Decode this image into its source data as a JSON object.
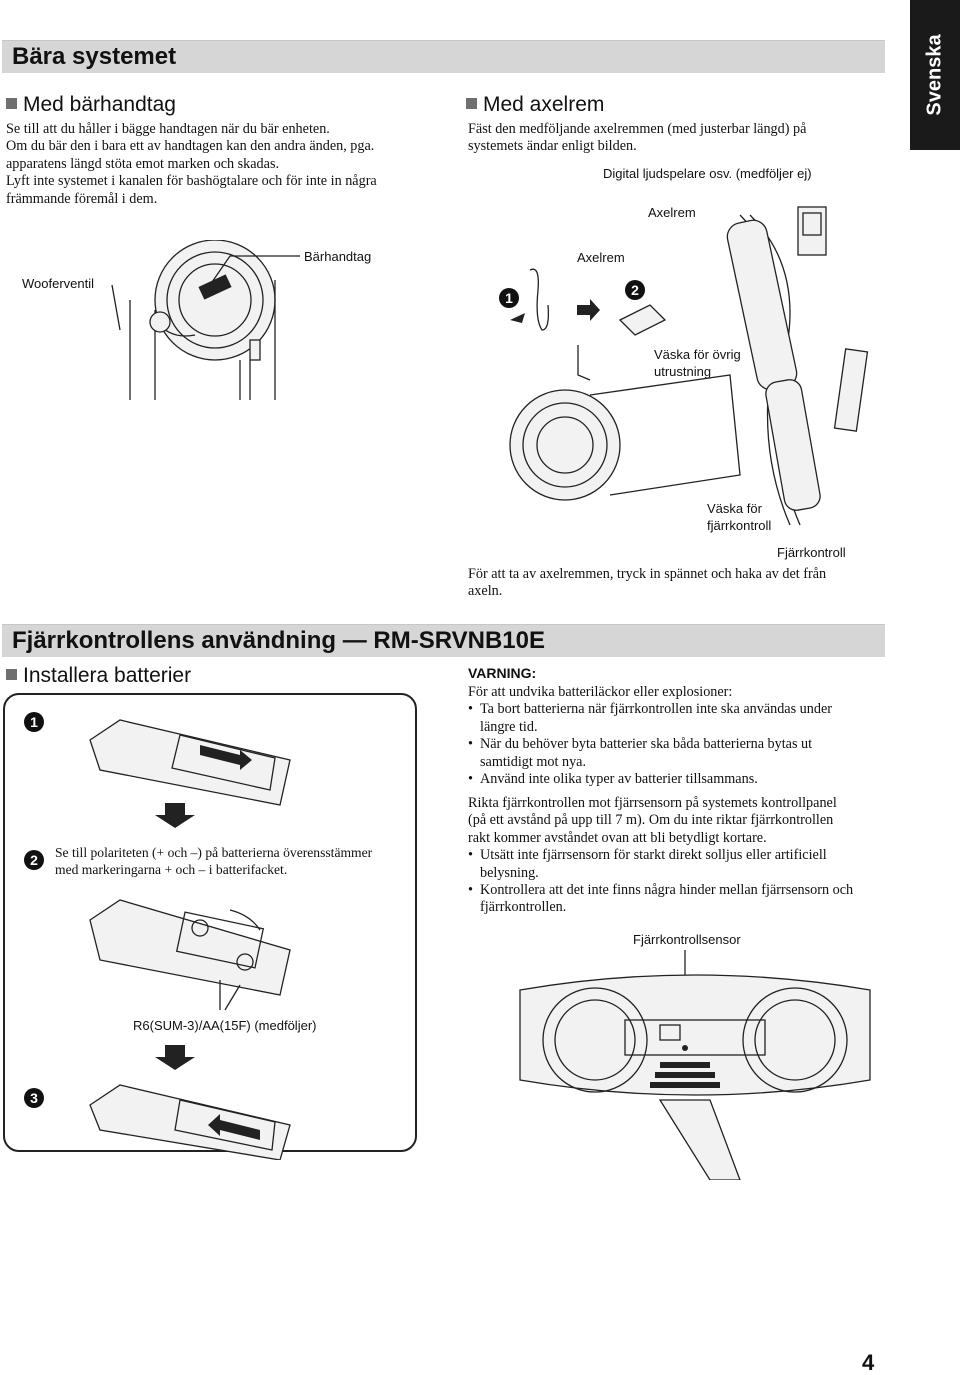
{
  "side_tab": "Svenska",
  "page_number": "4",
  "section1": {
    "title": "Bära systemet",
    "handle": {
      "heading": "Med bärhandtag",
      "lines": [
        "Se till att du håller i bägge handtagen när du bär enheten.",
        "Om du bär den i bara ett av handtagen kan den andra änden, pga.",
        "apparatens längd stöta emot marken och skadas.",
        "Lyft inte systemet i kanalen för bashögtalare och för inte in några",
        "främmande föremål i dem."
      ],
      "labels": {
        "woofer": "Wooferventil",
        "handle": "Bärhandtag"
      }
    },
    "strap": {
      "heading": "Med axelrem",
      "lines": [
        "Fäst den medföljande axelremmen (med justerbar längd) på",
        "systemets ändar enligt bilden."
      ],
      "labels": {
        "digital": "Digital ljudspelare osv. (medföljer ej)",
        "axelrem_top": "Axelrem",
        "axelrem_mid": "Axelrem",
        "bag_other_1": "Väska för övrig",
        "bag_other_2": "utrustning",
        "bag_remote_1": "Väska för",
        "bag_remote_2": "fjärrkontroll",
        "remote": "Fjärrkontroll"
      },
      "step1": "1",
      "step2": "2",
      "note_lines": [
        "För att ta av axelremmen, tryck in spännet och haka av det från",
        "axeln."
      ]
    }
  },
  "section2": {
    "title": "Fjärrkontrollens användning — RM-SRVNB10E",
    "batteries": {
      "heading": "Installera batterier",
      "step1": "1",
      "step2": "2",
      "step3": "3",
      "step2_text_1": "Se till polariteten (+ och –) på batterierna överensstämmer",
      "step2_text_2": "med markeringarna + och – i batterifacket.",
      "battery_label": "R6(SUM-3)/AA(15F) (medföljer)"
    },
    "warning": {
      "heading": "VARNING:",
      "intro": "För att undvika batteriläckor eller explosioner:",
      "bullets": [
        [
          "Ta bort batterierna när fjärrkontrollen inte ska användas under",
          "längre tid."
        ],
        [
          "När du behöver byta batterier ska båda batterierna bytas ut",
          "samtidigt mot nya."
        ],
        [
          "Använd inte olika typer av batterier tillsammans."
        ]
      ]
    },
    "aim": {
      "lines": [
        "Rikta fjärrkontrollen mot fjärrsensorn på systemets kontrollpanel",
        "(på ett avstånd på upp till 7 m). Om du inte riktar fjärrkontrollen",
        "rakt kommer avståndet ovan att bli betydligt kortare."
      ],
      "bullets": [
        [
          "Utsätt inte fjärrsensorn för starkt direkt solljus eller artificiell",
          "belysning."
        ],
        [
          "Kontrollera att det inte finns några hinder mellan fjärrsensorn och",
          "fjärrkontrollen."
        ]
      ],
      "sensor_label": "Fjärrkontrollsensor"
    }
  }
}
